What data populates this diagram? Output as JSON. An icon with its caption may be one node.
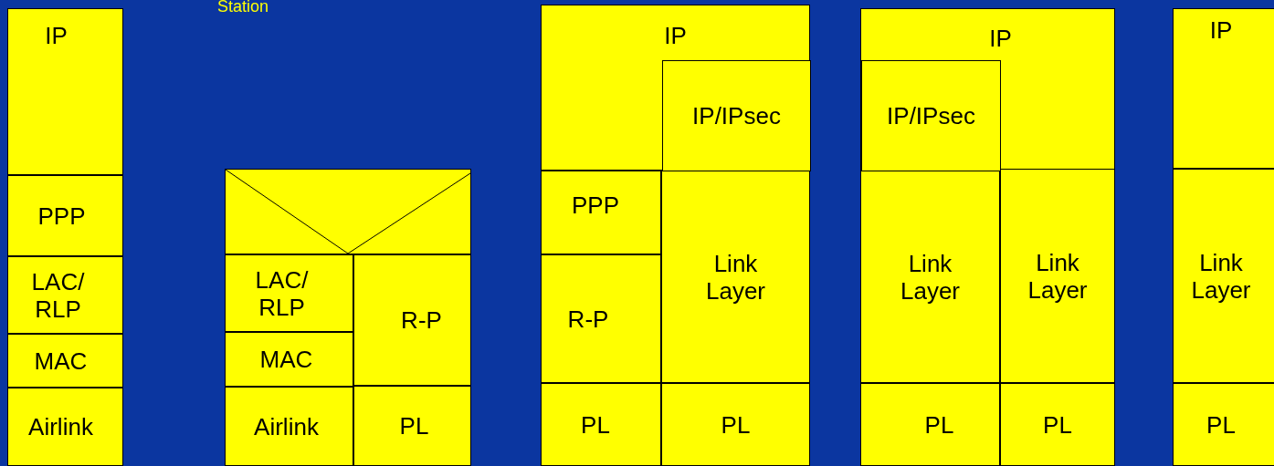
{
  "diagram": {
    "nodes": [
      {
        "text": [
          "IP"
        ]
      },
      {
        "text": [
          "PPP"
        ]
      },
      {
        "text": [
          "LAC/ RLP"
        ]
      },
      {
        "text": [
          "MAC"
        ]
      },
      {
        "text": [
          "Airlink"
        ]
      },
      {
        "text": [],
        "shape": "box"
      },
      {
        "text": [
          "LAC/ RLP"
        ]
      },
      {
        "text": [
          "MAC"
        ]
      },
      {
        "text": [
          "R-P"
        ]
      },
      {
        "text": [
          "Airlink"
        ]
      },
      {
        "text": [
          "PL"
        ]
      },
      {
        "text": [
          "IP"
        ]
      },
      {
        "text": [
          "IP/IPsec"
        ],
        "in": 11
      },
      {
        "text": [
          "PPP"
        ]
      },
      {
        "text": [
          "R-P"
        ]
      },
      {
        "text": [
          "Link Layer"
        ]
      },
      {
        "text": [
          "PL"
        ]
      },
      {
        "text": [
          "PL"
        ]
      },
      {
        "text": [
          "IP"
        ]
      },
      {
        "text": [
          "IP/IPsec"
        ],
        "in": 18
      },
      {
        "text": [
          "Link Layer"
        ]
      },
      {
        "text": [
          "Link Layer"
        ]
      },
      {
        "text": [
          "PL"
        ]
      },
      {
        "text": [
          "PL"
        ]
      },
      {
        "text": [
          "IP"
        ]
      },
      {
        "text": [
          "Link Layer"
        ]
      },
      {
        "text": [
          "PL"
        ]
      }
    ],
    "edges": [],
    "labels": [
      "Station"
    ]
  }
}
